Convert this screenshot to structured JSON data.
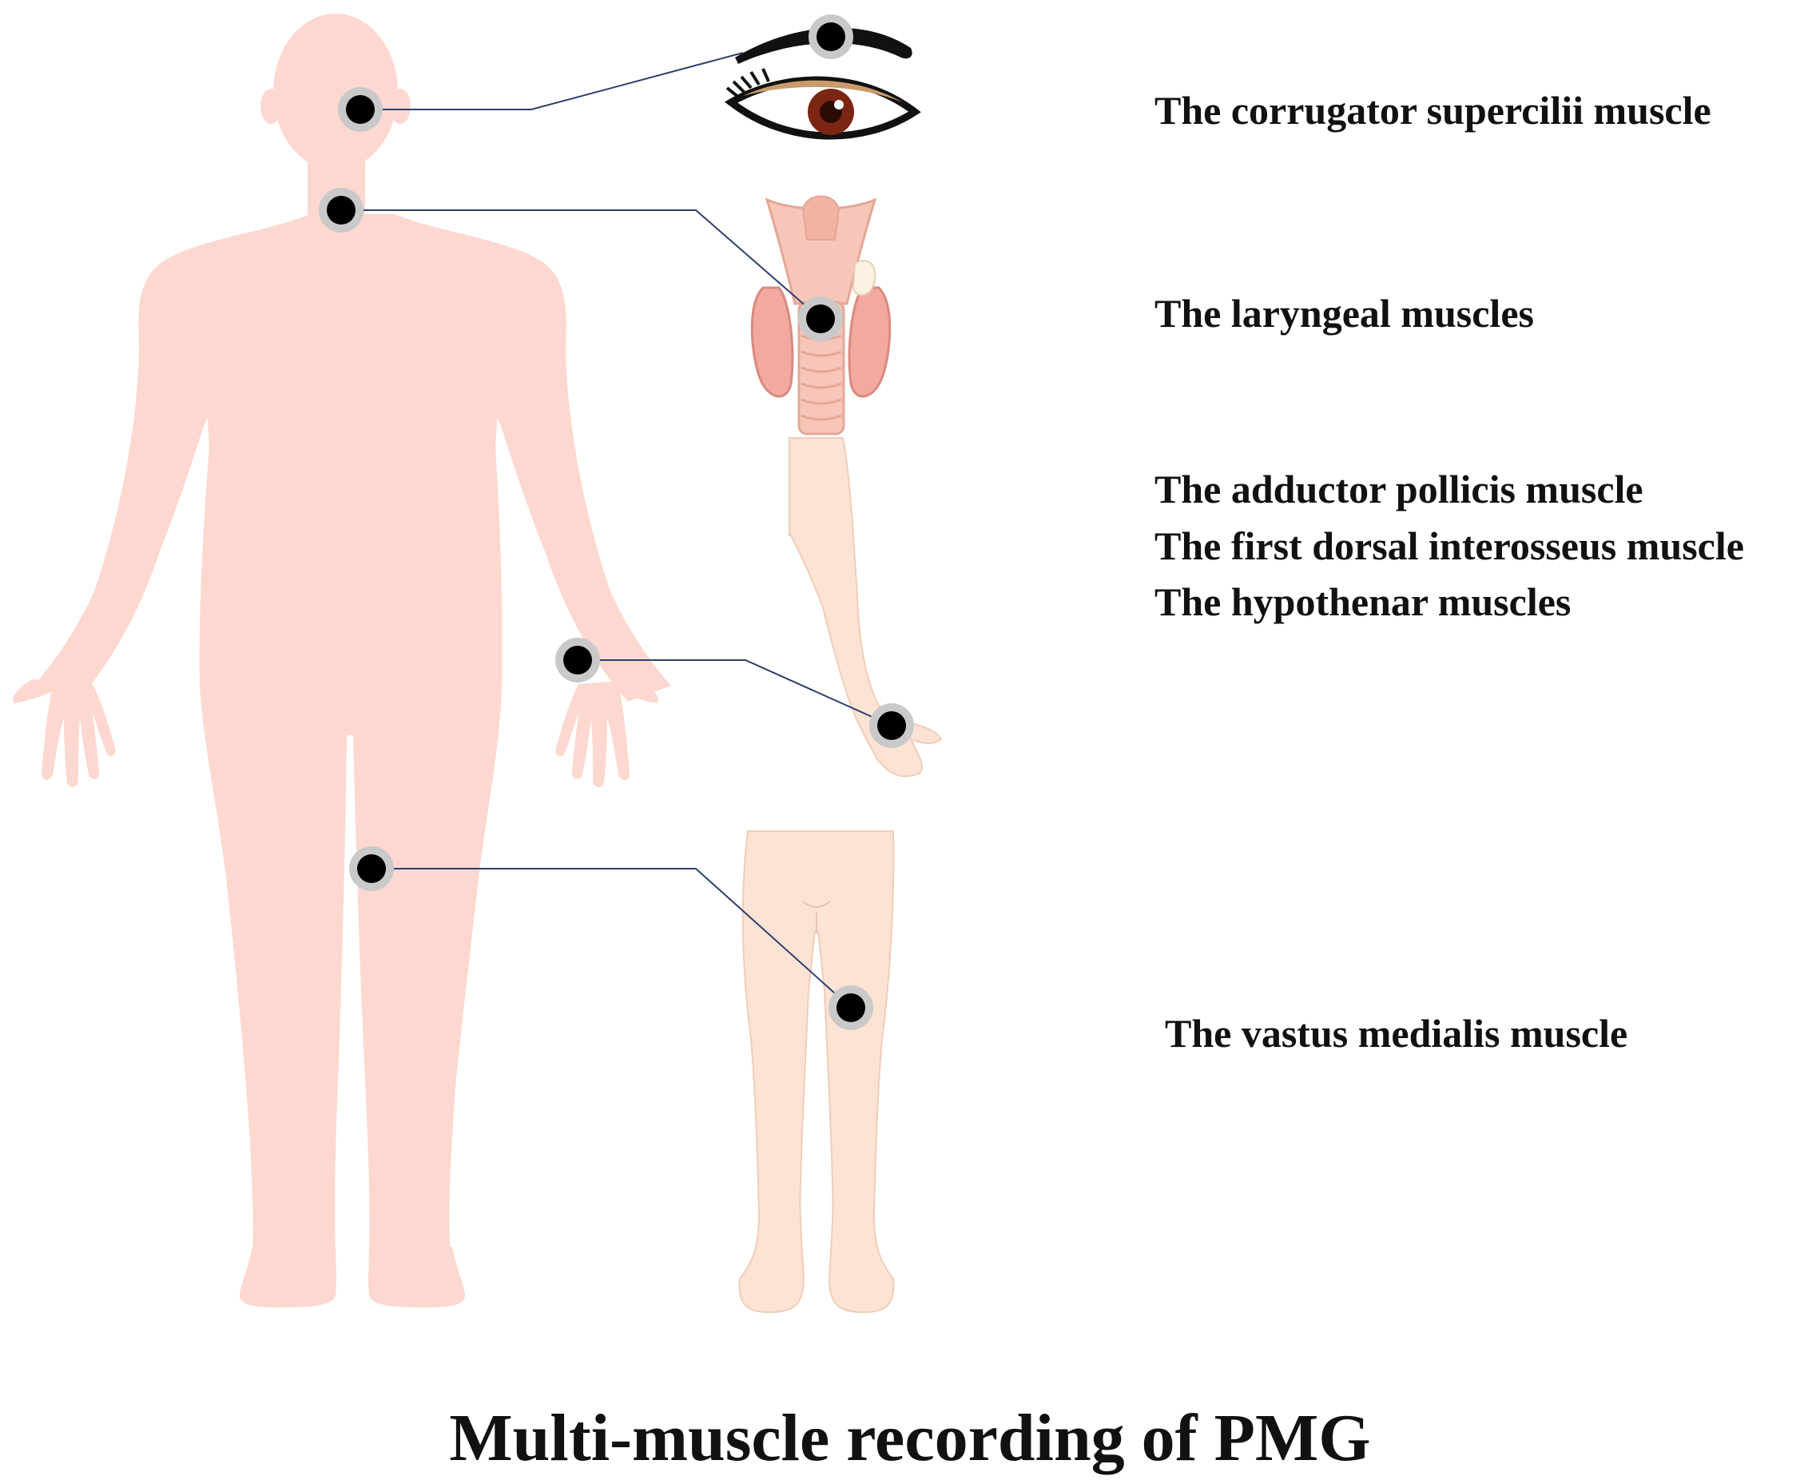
{
  "figure": {
    "title": "Multi-muscle recording of PMG",
    "muscles": [
      {
        "id": "corrugator",
        "label": "The corrugator supercilii muscle"
      },
      {
        "id": "laryngeal",
        "label": "The laryngeal muscles"
      },
      {
        "id": "adductor",
        "label": "The adductor pollicis muscle"
      },
      {
        "id": "dorsal",
        "label": "The first dorsal interosseus muscle"
      },
      {
        "id": "hypothenar",
        "label": "The hypothenar muscles"
      },
      {
        "id": "vastus",
        "label": "The vastus medialis muscle"
      }
    ]
  },
  "colors": {
    "body": "#fdd8d0",
    "limb": "#fde3d4",
    "limb_outline": "#e8b9a5",
    "connector": "#2d3f6e",
    "electrode_ring": "#c9c9c9",
    "electrode": "#000000",
    "iris": "#7a2613",
    "thyroid": "#f1a9a0",
    "cartilage": "#f7c6b8"
  }
}
